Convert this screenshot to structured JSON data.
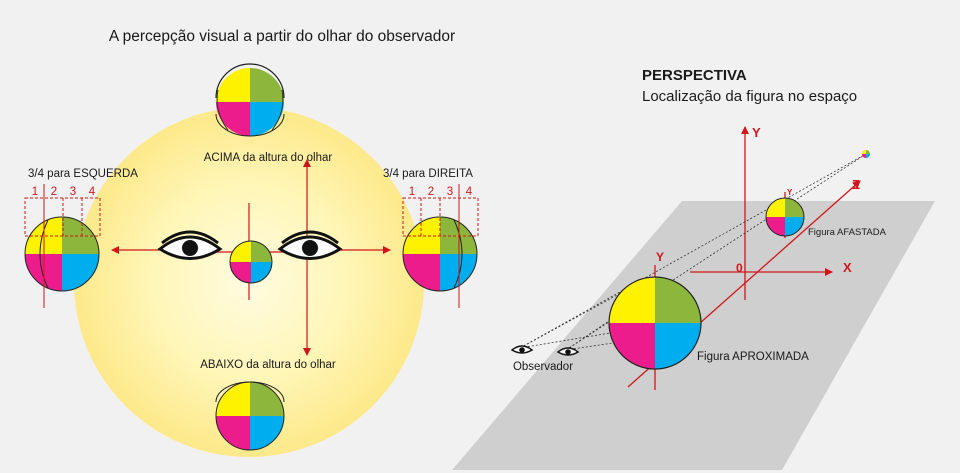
{
  "left_panel": {
    "title": "A percepção visual a partir do olhar do observador",
    "label_above": "ACIMA da altura do olhar",
    "label_below": "ABAIXO da altura do olhar",
    "label_left": "3/4 para ESQUERDA",
    "label_right": "3/4 para DIREITA",
    "ticks": [
      "1",
      "2",
      "3",
      "4"
    ]
  },
  "right_panel": {
    "title": "PERSPECTIVA",
    "subtitle": "Localização da figura no espaço",
    "axis_y": "Y",
    "axis_z": "Z",
    "axis_x": "X",
    "origin": "0",
    "near_axis_y": "Y",
    "far_axis_y": "Y",
    "label_far": "Figura AFASTADA",
    "label_near": "Figura APROXIMADA",
    "label_observer": "Observador"
  },
  "colors": {
    "yellow": "#fff200",
    "green": "#8cb63c",
    "magenta": "#ec1c8c",
    "cyan": "#00aeef",
    "red": "#d0161b",
    "glow": "#fff4a0",
    "plane": "#cfcfcf"
  }
}
